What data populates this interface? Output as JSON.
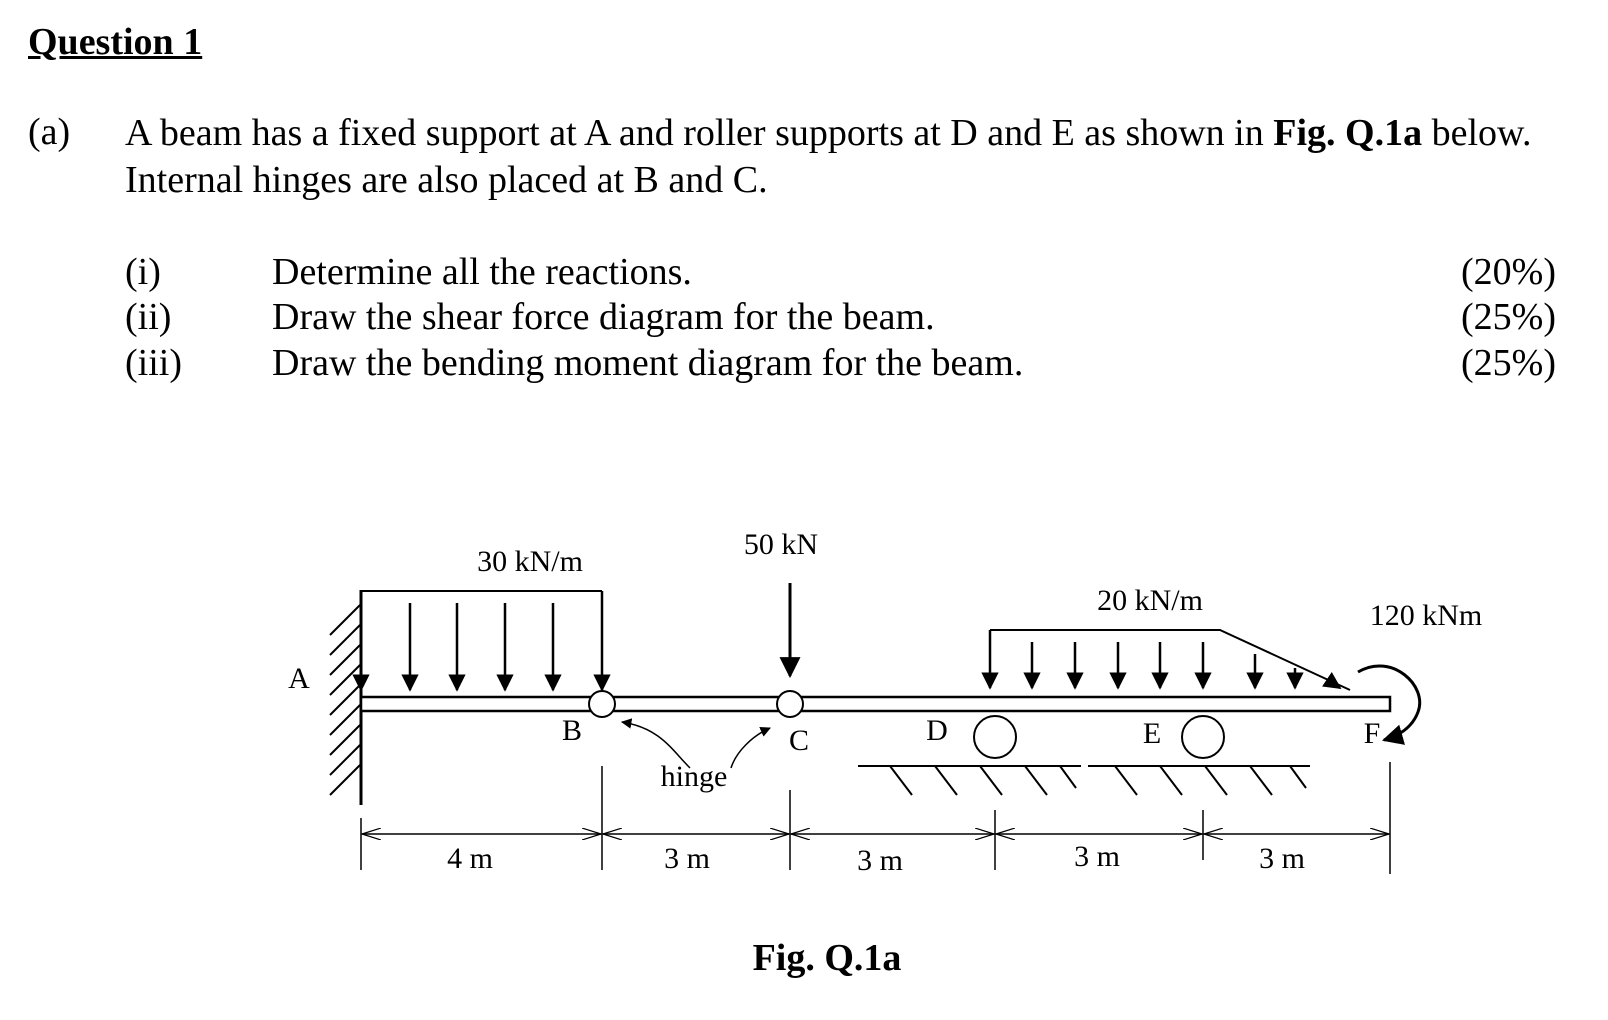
{
  "heading": "Question 1",
  "part": {
    "label": "(a)",
    "intro_1": "A beam has a fixed support at A and roller supports at D and E as shown in ",
    "intro_fig": "Fig. Q.1a",
    "intro_2": " below.  Internal hinges are also placed at B and C."
  },
  "questions": [
    {
      "label": "(i)",
      "text": "Determine all the reactions.",
      "mark": "(20%)"
    },
    {
      "label": "(ii)",
      "text": "Draw the shear force diagram for the beam.",
      "mark": "(25%)"
    },
    {
      "label": "(iii)",
      "text": "Draw the bending moment diagram for the beam.",
      "mark": "(25%)"
    }
  ],
  "figure": {
    "caption": "Fig. Q.1a",
    "points": {
      "A": "A",
      "B": "B",
      "C": "C",
      "D": "D",
      "E": "E",
      "F": "F"
    },
    "loads": {
      "udl_ab": "30 kN/m",
      "point_c": "50 kN",
      "udl_de": "20 kN/m",
      "moment_f": "120 kNm"
    },
    "hinge_label": "hinge",
    "dimensions": [
      "4 m",
      "3 m",
      "3 m",
      "3 m",
      "3 m"
    ]
  }
}
